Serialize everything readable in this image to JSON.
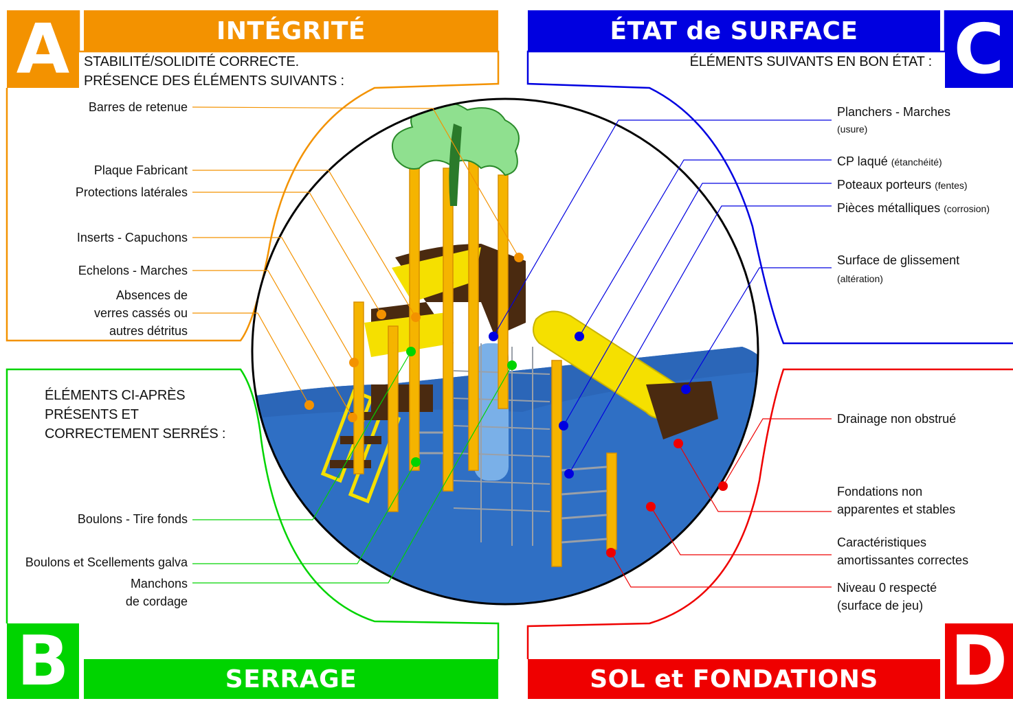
{
  "colors": {
    "orange": "#f39200",
    "green": "#00d400",
    "blue": "#0000e0",
    "red": "#ef0000",
    "floor": "#2f6fc4",
    "post": "#f5b400",
    "wood": "#4a2a10",
    "slide": "#f5e000"
  },
  "sections": {
    "A": {
      "letter": "A",
      "title": "INTÉGRITÉ",
      "header_lines": [
        "STABILITÉ/SOLIDITÉ CORRECTE.",
        "PRÉSENCE DES ÉLÉMENTS SUIVANTS :"
      ],
      "labels": [
        {
          "text": "Barres de  retenue"
        },
        {
          "text": "Plaque Fabricant"
        },
        {
          "text": "Protections latérales"
        },
        {
          "text": "Inserts - Capuchons"
        },
        {
          "text": "Echelons - Marches"
        },
        {
          "text": "Absences de"
        },
        {
          "text": "verres cassés ou"
        },
        {
          "text": "autres détritus"
        }
      ]
    },
    "B": {
      "letter": "B",
      "title": "SERRAGE",
      "header_lines": [
        "ÉLÉMENTS CI-APRÈS",
        "PRÉSENTS ET",
        "CORRECTEMENT SERRÉS :"
      ],
      "labels": [
        {
          "text": "Boulons - Tire fonds"
        },
        {
          "text": "Boulons et Scellements galva"
        },
        {
          "text": "Manchons"
        },
        {
          "text": "de cordage"
        }
      ]
    },
    "C": {
      "letter": "C",
      "title": "ÉTAT de SURFACE",
      "header_lines": [
        "ÉLÉMENTS SUIVANTS EN BON ÉTAT :"
      ],
      "labels": [
        {
          "text": "Planchers - Marches",
          "sub": ""
        },
        {
          "text": "",
          "sub": "(usure)"
        },
        {
          "text": "CP laqué ",
          "sub": "(étanchéité)"
        },
        {
          "text": "Poteaux porteurs ",
          "sub": "(fentes)"
        },
        {
          "text": "Pièces métalliques ",
          "sub": "(corrosion)"
        },
        {
          "text": "Surface de glissement",
          "sub": ""
        },
        {
          "text": "",
          "sub": "(altération)"
        }
      ]
    },
    "D": {
      "letter": "D",
      "title": "SOL et FONDATIONS",
      "labels": [
        {
          "text": "Drainage non obstrué"
        },
        {
          "text": "Fondations non"
        },
        {
          "text": "apparentes et stables"
        },
        {
          "text": "Caractéristiques"
        },
        {
          "text": "amortissantes correctes"
        },
        {
          "text": "Niveau 0 respecté"
        },
        {
          "text": "(surface de jeu)"
        }
      ]
    }
  }
}
